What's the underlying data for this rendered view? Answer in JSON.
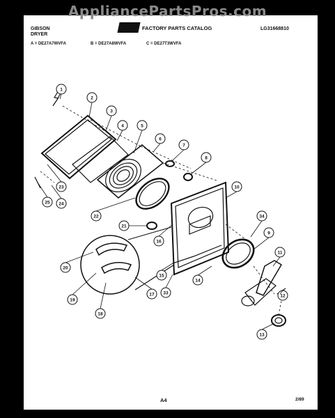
{
  "watermark": "AppliancePartsPros.com",
  "header": {
    "brand": "GIBSON",
    "product": "DRYER",
    "catalog_title": "FACTORY PARTS CATALOG",
    "catalog_number": "LG31668810",
    "model_a": "A = DE27A7WVFA",
    "model_b": "B = DE27A8WVFA",
    "model_c": "C = DE27T3WVFA"
  },
  "footer": {
    "page": "A4",
    "date": "2/89"
  },
  "callouts": [
    "1",
    "2",
    "3",
    "4",
    "5",
    "6",
    "7",
    "8",
    "9",
    "10",
    "11",
    "12",
    "13",
    "14",
    "15",
    "16",
    "17",
    "18",
    "19",
    "20",
    "21",
    "22",
    "23",
    "24",
    "25",
    "33",
    "34"
  ]
}
